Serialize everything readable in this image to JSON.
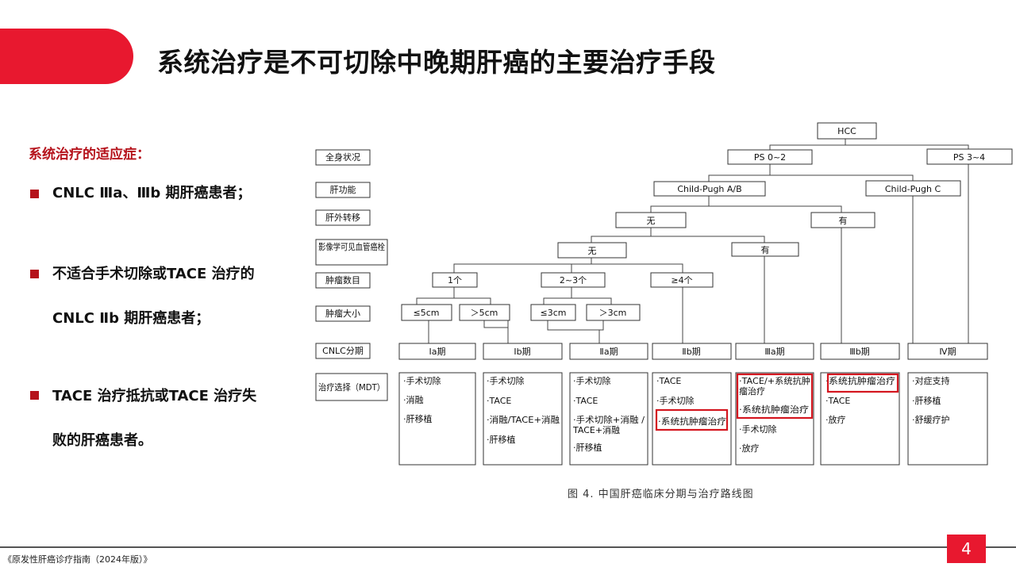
{
  "header": {
    "title": "系统治疗是不可切除中晚期肝癌的主要治疗手段"
  },
  "indications": {
    "heading": "系统治疗的适应症：",
    "items": [
      {
        "lines": [
          "CNLC Ⅲa、Ⅲb 期肝癌患者；"
        ]
      },
      {
        "lines": [
          "不适合手术切除或TACE 治疗的",
          "CNLC Ⅱb 期肝癌患者；"
        ]
      },
      {
        "lines": [
          "TACE 治疗抵抗或TACE 治疗失",
          "败的肝癌患者。"
        ]
      }
    ]
  },
  "flowchart": {
    "row_labels": [
      "全身状况",
      "肝功能",
      "肝外转移",
      "影像学可见血管癌栓",
      "肿瘤数目",
      "肿瘤大小",
      "CNLC分期",
      "治疗选择（MDT）"
    ],
    "nodes": {
      "hcc": "HCC",
      "ps02": "PS 0~2",
      "ps34": "PS 3~4",
      "cp_ab": "Child-Pugh A/B",
      "cp_c": "Child-Pugh C",
      "meta_no": "无",
      "meta_yes": "有",
      "vasc_no": "无",
      "vasc_yes": "有",
      "n1": "1个",
      "n23": "2~3个",
      "n4": "≥4个",
      "s_le5": "≤5cm",
      "s_gt5": "＞5cm",
      "s_le3": "≤3cm",
      "s_gt3": "＞3cm"
    },
    "stages": [
      "Ⅰa期",
      "Ⅰb期",
      "Ⅱa期",
      "Ⅱb期",
      "Ⅲa期",
      "Ⅲb期",
      "Ⅳ期"
    ],
    "treatments": [
      [
        "·手术切除",
        "·消融",
        "·肝移植"
      ],
      [
        "·手术切除",
        "·TACE",
        "·消融/TACE+消融",
        "·肝移植"
      ],
      [
        "·手术切除",
        "·TACE",
        "·手术切除+消融 /",
        "TACE+消融",
        "·肝移植"
      ],
      [
        "·TACE",
        "·手术切除",
        "·系统抗肿瘤治疗"
      ],
      [
        "·TACE/+系统抗肿",
        "瘤治疗",
        "·系统抗肿瘤治疗",
        "·手术切除",
        "·放疗"
      ],
      [
        "·系统抗肿瘤治疗",
        "·TACE",
        "·放疗"
      ],
      [
        "·对症支持",
        "·肝移植",
        "·舒缓疗护"
      ]
    ],
    "caption": "图 4.   中国肝癌临床分期与治疗路线图",
    "highlight_color": "#d4161f"
  },
  "footer": {
    "source": "《原发性肝癌诊疗指南（2024年版）》",
    "page": "4"
  },
  "colors": {
    "accent": "#e8182f",
    "heading_red": "#b5121b"
  }
}
